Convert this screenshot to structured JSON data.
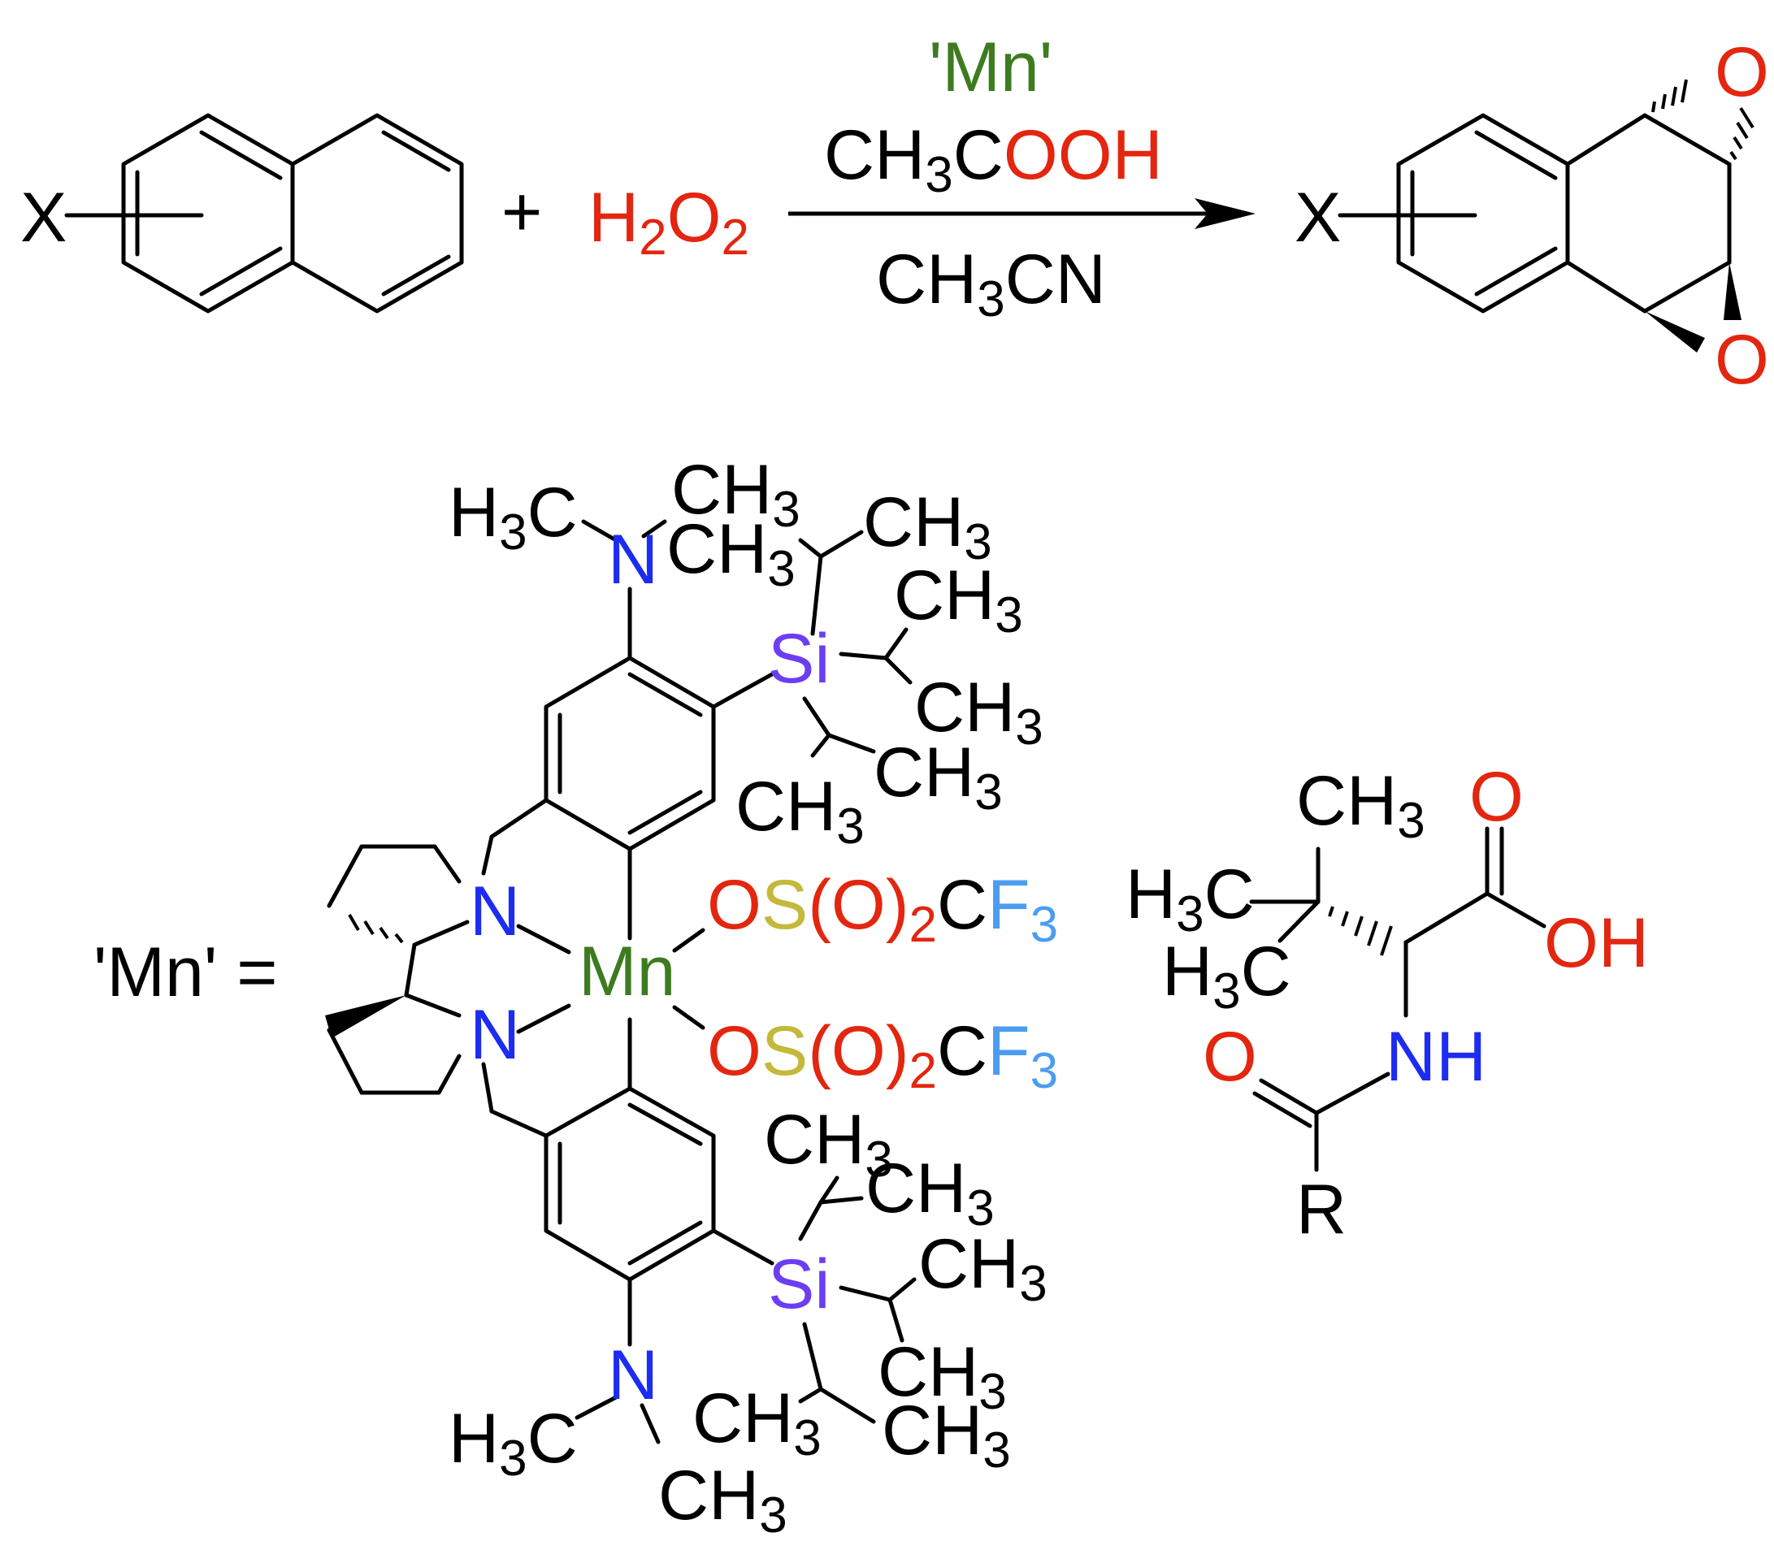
{
  "colors": {
    "black": "#000000",
    "oxygen": "#e3260f",
    "nitrogen": "#1c2cf0",
    "silicon": "#6b3ef2",
    "sulfur": "#c3b93a",
    "fluorine": "#4c9df0",
    "manganese": "#3d7b1f"
  },
  "reaction": {
    "substituent": "X",
    "plus": "+",
    "oxidant": {
      "h": "H",
      "two_a": "2",
      "o": "O",
      "two_b": "2"
    },
    "catalyst_label": "'Mn'",
    "acid": {
      "ch": "CH",
      "three": "3",
      "c": "C",
      "ooh": "OOH"
    },
    "solvent": {
      "ch": "CH",
      "three": "3",
      "cn": "CN"
    },
    "product_substituent": "X",
    "epoxide_o_top": "O",
    "epoxide_o_bottom": "O"
  },
  "catalyst": {
    "eq_label": "'Mn' =",
    "metal": "Mn",
    "amine_n_top": "N",
    "amine_n_bottom": "N",
    "nme2_top": {
      "n": "N",
      "me_left": [
        "H",
        "3",
        "C"
      ],
      "me_right": [
        "CH",
        "3"
      ]
    },
    "nme2_bottom": {
      "n": "N",
      "me_left": [
        "H",
        "3",
        "C"
      ],
      "me_right": [
        "CH",
        "3"
      ]
    },
    "si_top": "Si",
    "si_bottom": "Si",
    "methyl": [
      "CH",
      "3"
    ],
    "triflate": {
      "o": "O",
      "s": "S",
      "oxo": "(O)",
      "two": "2",
      "c": "C",
      "f": "F",
      "three": "3"
    }
  },
  "additive": {
    "ch3": [
      "CH",
      "3"
    ],
    "h3c": [
      "H",
      "3",
      "C"
    ],
    "carbonyl_o": "O",
    "oh": "OH",
    "nh": "NH",
    "amide_o": "O",
    "r": "R"
  }
}
